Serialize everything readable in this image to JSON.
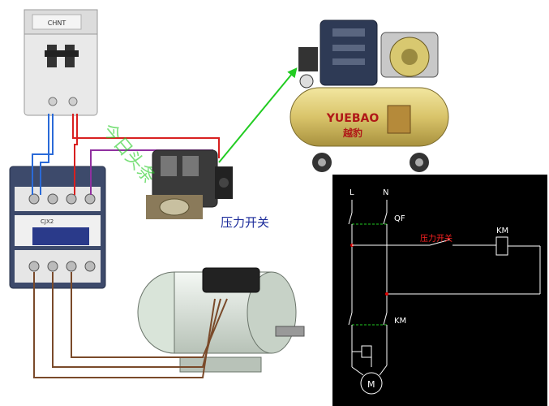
{
  "photo": {
    "breaker_brand": "CHNT",
    "contactor_brand": "CJX2",
    "compressor_brand": "YUEBAO",
    "compressor_brand_cn": "越豹",
    "watermark_text": "今日头条",
    "pressure_switch_label": "压力开关"
  },
  "schematic": {
    "label_L": "L",
    "label_N": "N",
    "label_QF": "QF",
    "label_pressure_switch": "压力开关",
    "label_KM_coil": "KM",
    "label_KM_contact": "KM",
    "label_motor": "M"
  },
  "colors": {
    "schematic_bg": "#000000",
    "schematic_wire": "#ffffff",
    "schematic_dash": "#22cc22",
    "schematic_node": "#dd0000",
    "pressure_label_red": "#ff2222",
    "photo_label_blue": "#1a2a9a",
    "arrow_green": "#22cc22",
    "wire_blue": "#2a6ad8",
    "wire_red": "#d82020",
    "wire_purple": "#9030a0",
    "wire_brown": "#7a4a2a"
  }
}
